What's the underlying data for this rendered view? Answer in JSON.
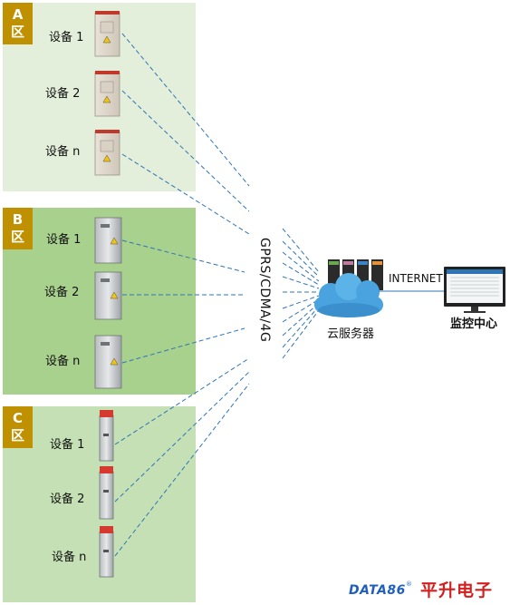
{
  "zones": [
    {
      "letter": "A",
      "suffix": "区",
      "devices": [
        "设备 1",
        "设备 2",
        "设备 n"
      ],
      "color": "#e3efda"
    },
    {
      "letter": "B",
      "suffix": "区",
      "devices": [
        "设备 1",
        "设备 2",
        "设备 n"
      ],
      "color": "#a9d18e"
    },
    {
      "letter": "C",
      "suffix": "区",
      "devices": [
        "设备 1",
        "设备 2",
        "设备 n"
      ],
      "color": "#c5e0b4"
    }
  ],
  "network_label": "GPRS/CDMA/4G",
  "internet_label": "INTERNET",
  "cloud_label": "云服务器",
  "monitor_label": "监控中心",
  "brand": {
    "en": "DATA86",
    "reg": "®",
    "cn": "平升电子"
  },
  "colors": {
    "tag": "#bf9000",
    "link": "#2e75b6",
    "brand_blue": "#1f5fbf",
    "brand_red": "#d21f1f"
  }
}
